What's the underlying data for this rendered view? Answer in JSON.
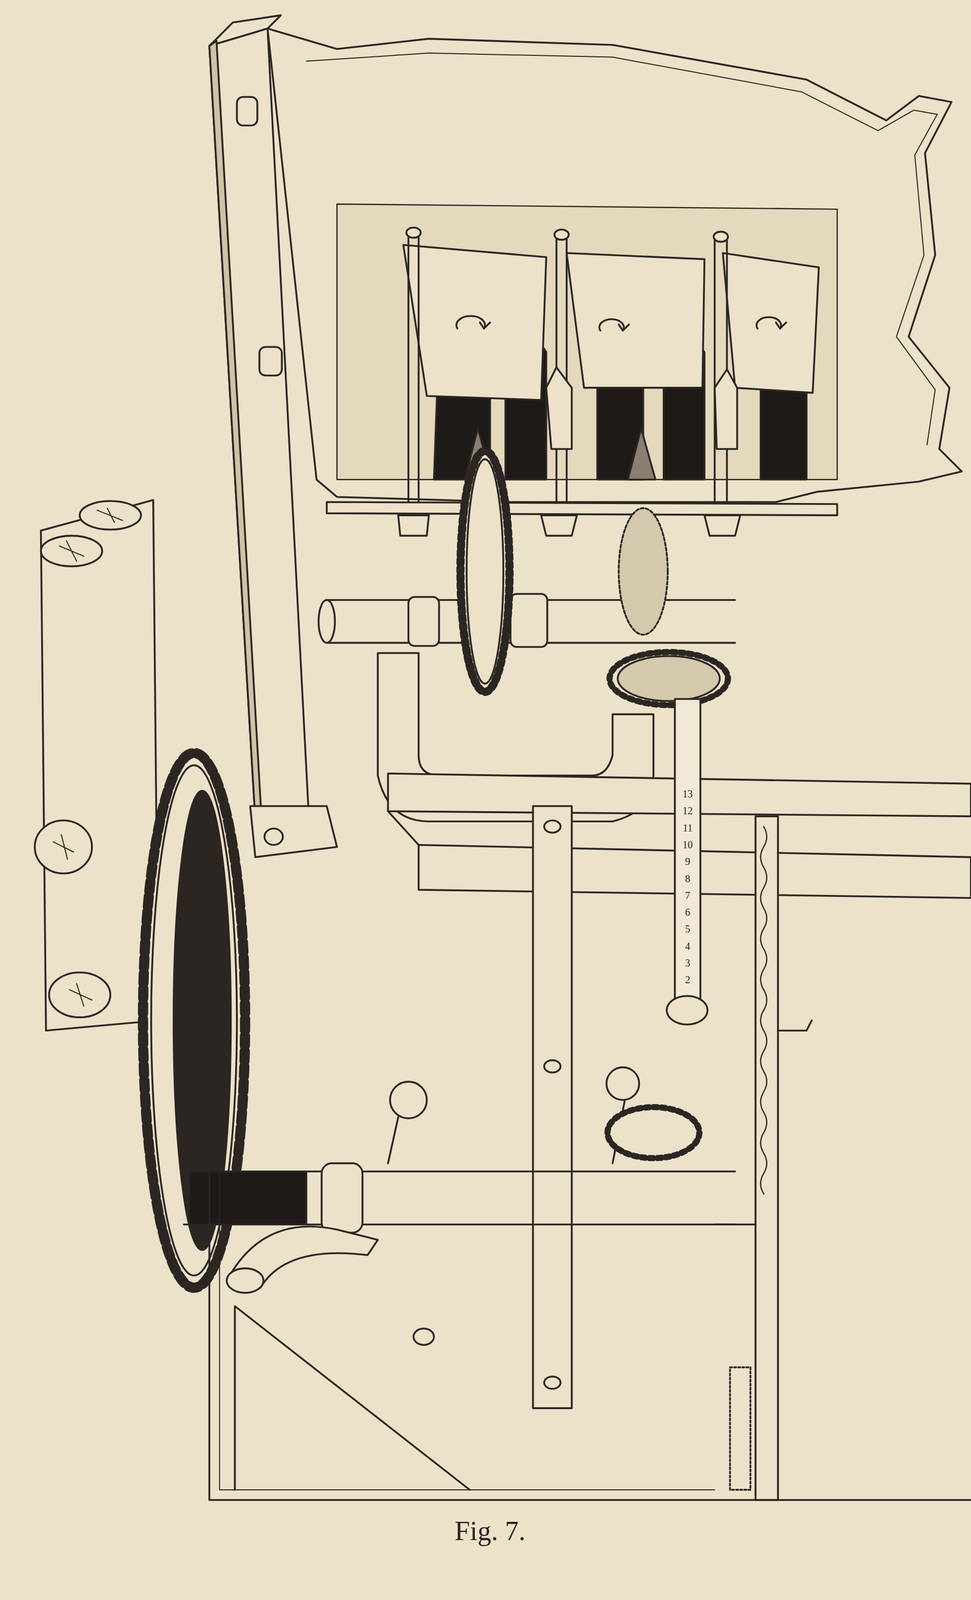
{
  "diagram": {
    "caption": "Fig. 7.",
    "labels": [
      "13",
      "12",
      "11",
      "10",
      "9",
      "8",
      "7",
      "6",
      "5",
      "4",
      "3",
      "2"
    ]
  }
}
